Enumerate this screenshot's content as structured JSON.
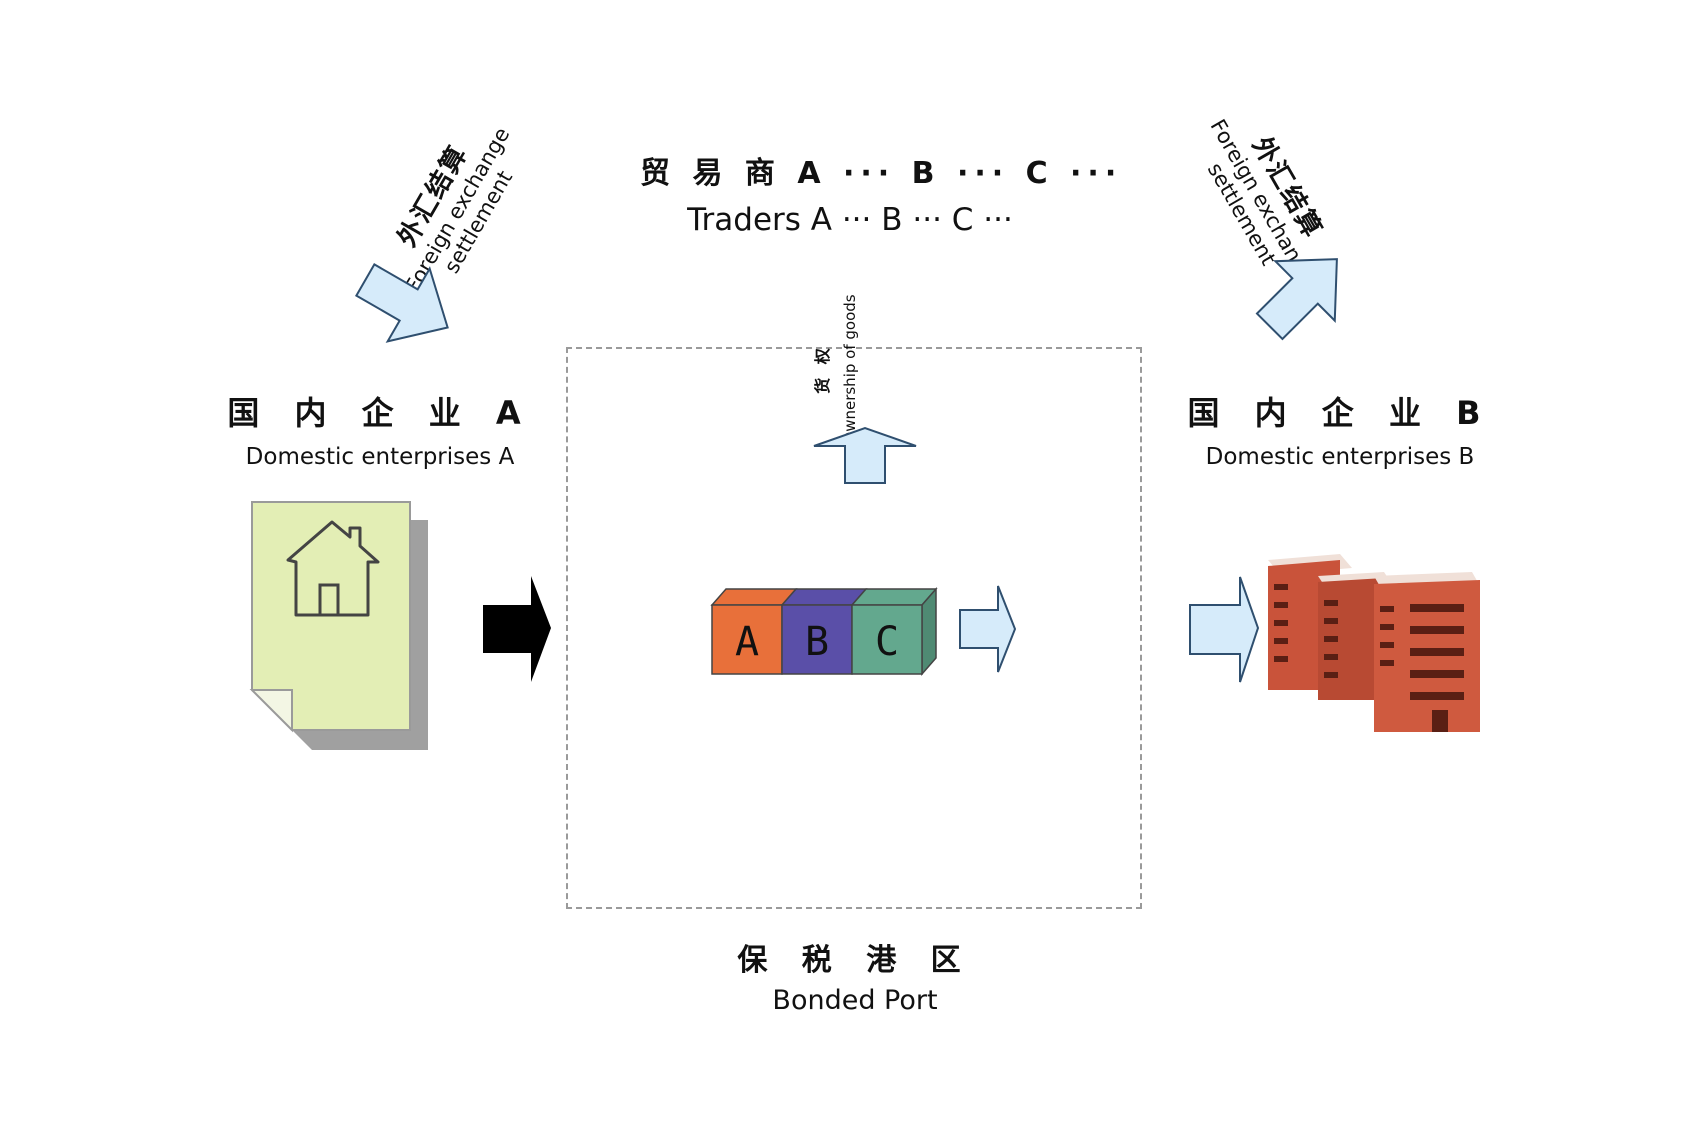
{
  "traders": {
    "zh": "贸 易 商 A ··· B ··· C ···",
    "en": "Traders A ··· B ··· C ···"
  },
  "fx_left": {
    "zh": "外汇结算",
    "en_line1": "Foreign exchange",
    "en_line2": "settlement"
  },
  "fx_right": {
    "zh": "外汇结算",
    "en_line1": "Foreign exchange",
    "en_line2": "settlement"
  },
  "ownership": {
    "zh": "货 权",
    "en": "Ownership of goods"
  },
  "enterprise_a": {
    "zh": "国 内 企 业 A",
    "en": "Domestic enterprises A"
  },
  "enterprise_b": {
    "zh": "国 内 企 业 B",
    "en": "Domestic enterprises B"
  },
  "bonded_port": {
    "zh": "保 税 港 区",
    "en": "Bonded Port"
  },
  "boxes": [
    {
      "label": "A",
      "color": "#e8703a"
    },
    {
      "label": "B",
      "color": "#5a4fa8"
    },
    {
      "label": "C",
      "color": "#63a88e"
    }
  ],
  "colors": {
    "arrow_fill": "#d6ebfa",
    "arrow_stroke": "#2f4f6f",
    "document_fill": "#e3eeb5",
    "building": "#c9533a",
    "dashed_border": "#9a9a9a"
  },
  "icons": {
    "enterprise_a": "house-document-icon",
    "enterprise_b": "office-buildings-icon"
  }
}
